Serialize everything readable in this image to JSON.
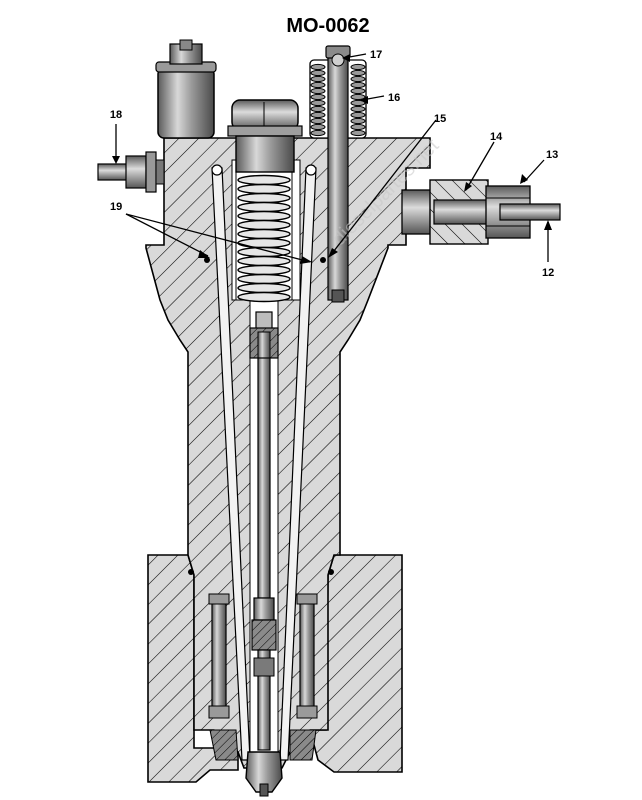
{
  "title": "MO-0062",
  "watermark": "dieselpartes.net",
  "callouts": [
    {
      "id": "12",
      "text": "12"
    },
    {
      "id": "13",
      "text": "13"
    },
    {
      "id": "14",
      "text": "14"
    },
    {
      "id": "15",
      "text": "15"
    },
    {
      "id": "16",
      "text": "16"
    },
    {
      "id": "17",
      "text": "17"
    },
    {
      "id": "18",
      "text": "18"
    },
    {
      "id": "19",
      "text": "19"
    }
  ],
  "colors": {
    "hatch_body": "#d9d9d9",
    "metal_dark": "#6e6e6e",
    "metal_mid": "#a8a8a8",
    "metal_light": "#e8e8e8",
    "line": "#000000"
  }
}
